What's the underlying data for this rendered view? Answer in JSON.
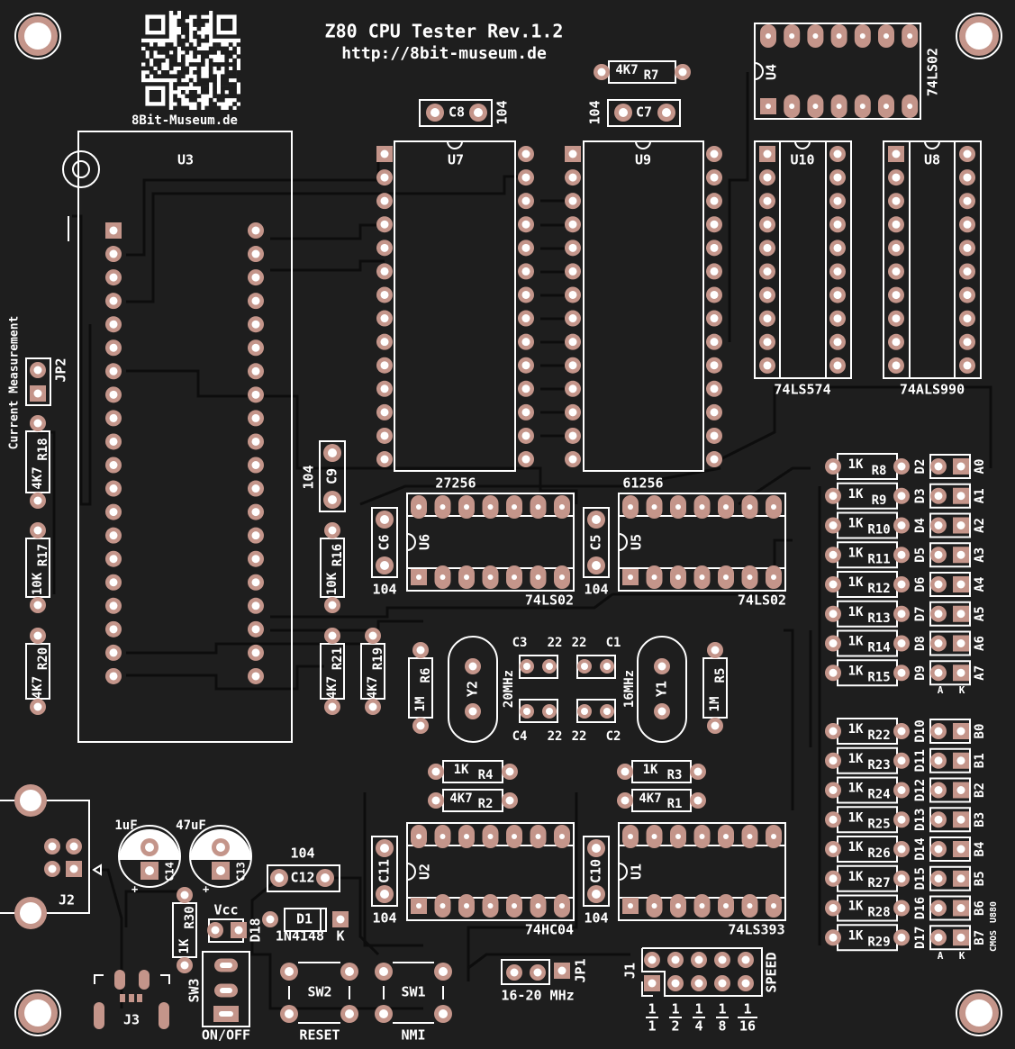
{
  "board": {
    "title": "Z80 CPU Tester Rev.1.2",
    "url": "http://8bit-museum.de",
    "qr_caption": "8Bit-Museum.de",
    "current_measurement": "Current Measurement",
    "colors": {
      "substrate": "#1e1e1e",
      "pad": "#c4958a",
      "silkscreen": "#ffffff",
      "trace": "#0d0d0d"
    }
  },
  "c": {
    "U3": {
      "ref": "U3"
    },
    "U7": {
      "ref": "U7",
      "value": "27256"
    },
    "U9": {
      "ref": "U9",
      "value": "61256"
    },
    "U4": {
      "ref": "U4",
      "value": "74LS02"
    },
    "U10": {
      "ref": "U10",
      "value": "74LS574"
    },
    "U8": {
      "ref": "U8",
      "value": "74ALS990"
    },
    "U6": {
      "ref": "U6",
      "value": "74LS02"
    },
    "U5": {
      "ref": "U5",
      "value": "74LS02"
    },
    "U2": {
      "ref": "U2",
      "value": "74HC04"
    },
    "U1": {
      "ref": "U1",
      "value": "74LS393"
    },
    "C8": {
      "ref": "C8",
      "value": "104"
    },
    "C7": {
      "ref": "C7",
      "value": "104"
    },
    "C9": {
      "ref": "C9",
      "value": "104"
    },
    "C6": {
      "ref": "C6",
      "value": "104"
    },
    "C5": {
      "ref": "C5",
      "value": "104"
    },
    "C11": {
      "ref": "C11",
      "value": "104"
    },
    "C10": {
      "ref": "C10",
      "value": "104"
    },
    "C12": {
      "ref": "C12",
      "value": "104"
    },
    "C3": {
      "ref": "C3",
      "value": "22"
    },
    "C1": {
      "ref": "C1",
      "value": "22"
    },
    "C4": {
      "ref": "C4",
      "value": "22"
    },
    "C2": {
      "ref": "C2",
      "value": "22"
    },
    "C14": {
      "ref": "C14",
      "value": "1uF"
    },
    "C13": {
      "ref": "C13",
      "value": "47uF"
    },
    "R7": {
      "ref": "R7",
      "value": "4K7"
    },
    "R18": {
      "ref": "R18",
      "value": "4K7"
    },
    "R17": {
      "ref": "R17",
      "value": "10K"
    },
    "R20": {
      "ref": "R20",
      "value": "4K7"
    },
    "R16": {
      "ref": "R16",
      "value": "10K"
    },
    "R21": {
      "ref": "R21",
      "value": "4K7"
    },
    "R19": {
      "ref": "R19",
      "value": "4K7"
    },
    "R6": {
      "ref": "R6",
      "value": "1M"
    },
    "R5": {
      "ref": "R5",
      "value": "1M"
    },
    "R4": {
      "ref": "R4",
      "value": "1K"
    },
    "R2": {
      "ref": "R2",
      "value": "4K7"
    },
    "R3": {
      "ref": "R3",
      "value": "1K"
    },
    "R1": {
      "ref": "R1",
      "value": "4K7"
    },
    "R30": {
      "ref": "R30",
      "value": "1K"
    },
    "Y2": {
      "ref": "Y2",
      "value": "20MHz"
    },
    "Y1": {
      "ref": "Y1",
      "value": "16MHz"
    },
    "JP2": {
      "ref": "JP2"
    },
    "JP1": {
      "ref": "JP1",
      "value": "16-20 MHz"
    },
    "J2": {
      "ref": "J2"
    },
    "J3": {
      "ref": "J3"
    },
    "D18": {
      "ref": "D18",
      "value": "Vcc"
    },
    "D1": {
      "ref": "D1",
      "value": "1N4148",
      "cathode": "K"
    },
    "SW3": {
      "ref": "SW3",
      "value": "ON/OFF"
    },
    "SW2": {
      "ref": "SW2",
      "value": "RESET"
    },
    "SW1": {
      "ref": "SW1",
      "value": "NMI"
    }
  },
  "led_rows_a": [
    {
      "r_value": "1K",
      "r_ref": "R8",
      "d_ref": "D2",
      "signal": "A0"
    },
    {
      "r_value": "1K",
      "r_ref": "R9",
      "d_ref": "D3",
      "signal": "A1"
    },
    {
      "r_value": "1K",
      "r_ref": "R10",
      "d_ref": "D4",
      "signal": "A2"
    },
    {
      "r_value": "1K",
      "r_ref": "R11",
      "d_ref": "D5",
      "signal": "A3"
    },
    {
      "r_value": "1K",
      "r_ref": "R12",
      "d_ref": "D6",
      "signal": "A4"
    },
    {
      "r_value": "1K",
      "r_ref": "R13",
      "d_ref": "D7",
      "signal": "A5"
    },
    {
      "r_value": "1K",
      "r_ref": "R14",
      "d_ref": "D8",
      "signal": "A6"
    },
    {
      "r_value": "1K",
      "r_ref": "R15",
      "d_ref": "D9",
      "signal": "A7"
    }
  ],
  "led_rows_b": [
    {
      "r_value": "1K",
      "r_ref": "R22",
      "d_ref": "D10",
      "signal": "B0"
    },
    {
      "r_value": "1K",
      "r_ref": "R23",
      "d_ref": "D11",
      "signal": "B1"
    },
    {
      "r_value": "1K",
      "r_ref": "R24",
      "d_ref": "D12",
      "signal": "B2"
    },
    {
      "r_value": "1K",
      "r_ref": "R25",
      "d_ref": "D13",
      "signal": "B3"
    },
    {
      "r_value": "1K",
      "r_ref": "R26",
      "d_ref": "D14",
      "signal": "B4"
    },
    {
      "r_value": "1K",
      "r_ref": "R27",
      "d_ref": "D15",
      "signal": "B5"
    },
    {
      "r_value": "1K",
      "r_ref": "R28",
      "d_ref": "D16",
      "signal": "B6"
    },
    {
      "r_value": "1K",
      "r_ref": "R29",
      "d_ref": "D17",
      "signal": "B7"
    }
  ],
  "led_pin_labels": {
    "anode": "A",
    "cathode": "K"
  },
  "cpu_variant_labels": {
    "cmos": "CMOS",
    "u880": "U880"
  },
  "speed": {
    "ref": "J1",
    "label": "SPEED",
    "divisors": [
      {
        "num": "1",
        "den": "1"
      },
      {
        "num": "1",
        "den": "2"
      },
      {
        "num": "1",
        "den": "4"
      },
      {
        "num": "1",
        "den": "8"
      },
      {
        "num": "1",
        "den": "16"
      }
    ]
  }
}
